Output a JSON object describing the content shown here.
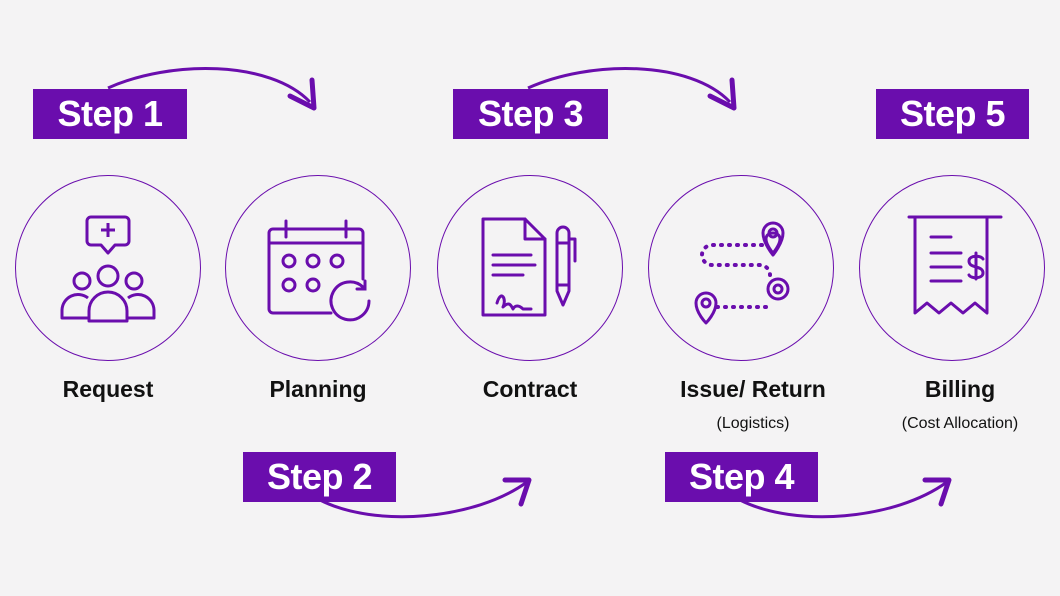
{
  "steps": [
    {
      "label": "Step 1"
    },
    {
      "label": "Step 2"
    },
    {
      "label": "Step 3"
    },
    {
      "label": "Step 4"
    },
    {
      "label": "Step 5"
    }
  ],
  "stages": [
    {
      "name": "Request",
      "subtitle": "",
      "icon": "people-request-icon"
    },
    {
      "name": "Planning",
      "subtitle": "",
      "icon": "calendar-refresh-icon"
    },
    {
      "name": "Contract",
      "subtitle": "",
      "icon": "document-pen-icon"
    },
    {
      "name": "Issue/ Return",
      "subtitle": "(Logistics)",
      "icon": "route-pins-icon"
    },
    {
      "name": "Billing",
      "subtitle": "(Cost Allocation)",
      "icon": "receipt-dollar-icon"
    }
  ],
  "colors": {
    "accent": "#6a0dad",
    "background": "#f4f3f4",
    "text": "#111111"
  }
}
